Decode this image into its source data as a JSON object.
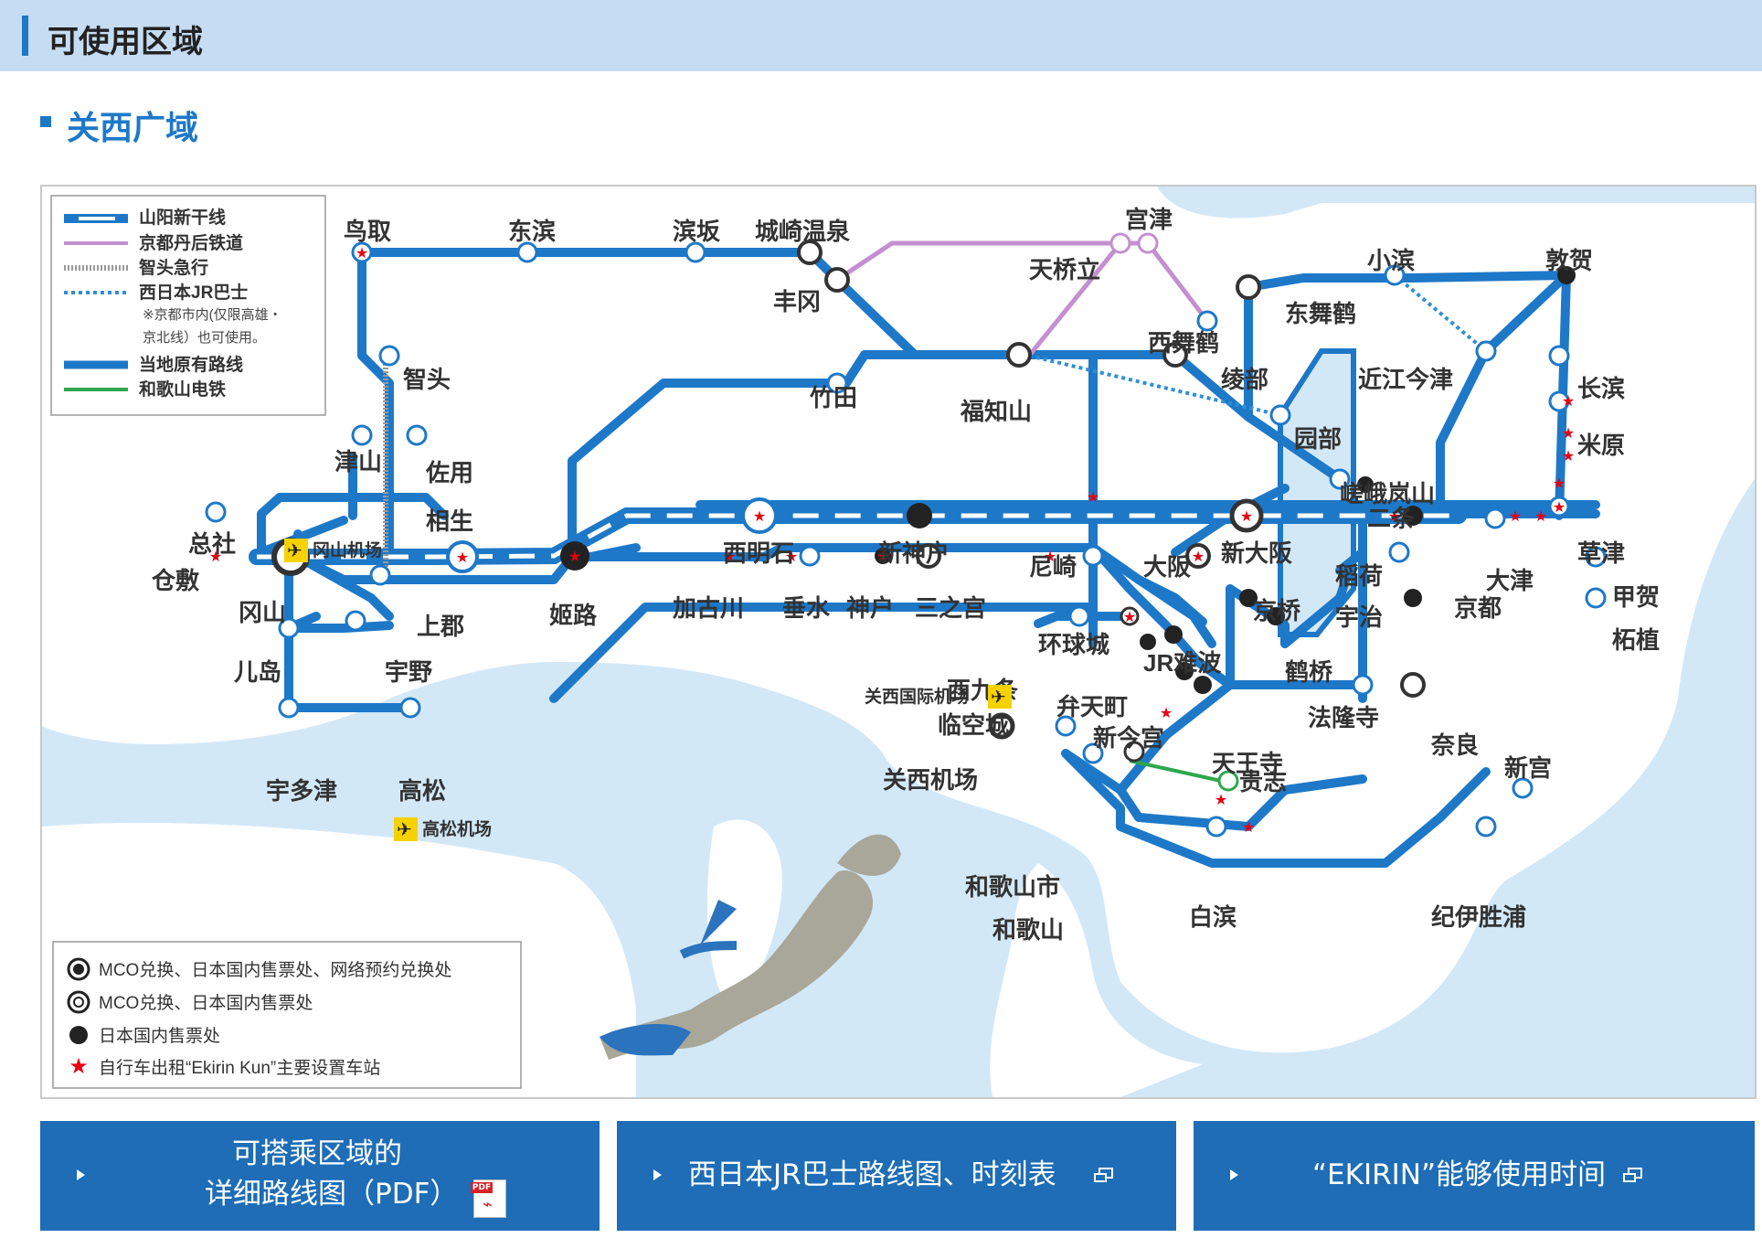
{
  "section": {
    "title": "可使用区域"
  },
  "subsection": {
    "title": "关西广域"
  },
  "map": {
    "legend": {
      "lines": [
        {
          "label": "山阳新干线",
          "color": "#1e78c8"
        },
        {
          "label": "京都丹后铁道",
          "color": "#c48fd0"
        },
        {
          "label": "智头急行",
          "color": "#999999"
        },
        {
          "label": "西日本JR巴士",
          "color": "#2f8fd6"
        },
        {
          "label": "※京都市内(仅限高雄・",
          "color": "#444444"
        },
        {
          "label": "京北线）也可使用。",
          "color": "#444444"
        },
        {
          "label": "当地原有路线",
          "color": "#1e78c8"
        },
        {
          "label": "和歌山电铁",
          "color": "#2ea84e"
        }
      ],
      "markers": [
        {
          "label": "MCO兑换、日本国内售票处、网络预约兑换处",
          "icon": "double-ring-filled-icon"
        },
        {
          "label": "MCO兑换、日本国内售票处",
          "icon": "double-ring-icon"
        },
        {
          "label": "日本国内售票处",
          "icon": "black-dot-icon"
        },
        {
          "label": "自行车出租“Ekirin Kun”主要设置车站",
          "icon": "red-star-icon"
        }
      ]
    },
    "stations": [
      "鸟取",
      "东滨",
      "滨坂",
      "城崎温泉",
      "宫津",
      "天桥立",
      "丰冈",
      "小滨",
      "敦贺",
      "东舞鹤",
      "西舞鹤",
      "绫部",
      "近江今津",
      "竹田",
      "福知山",
      "长滨",
      "米原",
      "智头",
      "园部",
      "嵯峨岚山",
      "二条",
      "津山",
      "佐用",
      "总社",
      "西明石",
      "新神户",
      "新大阪",
      "草津",
      "大津",
      "京都",
      "稻荷",
      "宇治",
      "相生",
      "仓敷",
      "冈山",
      "上郡",
      "姬路",
      "加古川",
      "垂水",
      "神户",
      "三之宫",
      "尼崎",
      "大阪",
      "甲贺",
      "京桥",
      "柘植",
      "宇野",
      "儿岛",
      "环球城",
      "JR难波",
      "鹤桥",
      "西九条",
      "弁天町",
      "新今宫",
      "临空城",
      "法隆寺",
      "奈良",
      "天王寺",
      "关西机场",
      "宇多津",
      "高松",
      "新宫",
      "贵志",
      "和歌山市",
      "和歌山",
      "白滨",
      "纪伊胜浦"
    ],
    "airports": [
      "冈山机场",
      "关西国际机场",
      "高松机场"
    ],
    "colors": {
      "line": "#1e78c8",
      "sea": "#d3e8f7",
      "land": "#ffffff",
      "tango": "#c48fd0",
      "wakayama": "#2ea84e",
      "star": "#e60012"
    }
  },
  "buttons": [
    {
      "line1": "可搭乘区域的",
      "line2": "详细路线图（PDF）",
      "icon": "pdf-icon"
    },
    {
      "label": "西日本JR巴士路线图、时刻表",
      "icon": "external-link-icon"
    },
    {
      "label": "“EKIRIN”能够使用时间",
      "icon": "external-link-icon"
    }
  ]
}
